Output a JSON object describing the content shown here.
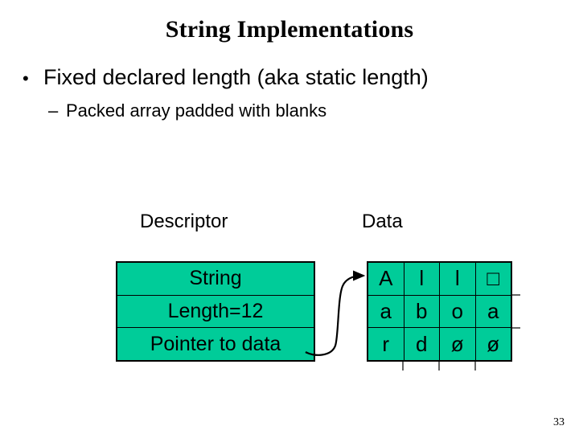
{
  "slide": {
    "title": "String Implementations",
    "page_number": "33",
    "background_color": "#ffffff",
    "accent_color": "#00CC99",
    "line_color": "#000000"
  },
  "bullets": [
    {
      "marker": "•",
      "text": "Fixed declared length (aka static length)",
      "level": 1
    },
    {
      "marker": "–",
      "text": "Packed array padded with blanks",
      "level": 2
    }
  ],
  "diagram": {
    "headings": {
      "descriptor": "Descriptor",
      "data": "Data"
    },
    "descriptor": {
      "rows": [
        "String",
        "Length=12",
        "Pointer to data"
      ]
    },
    "data_grid": {
      "columns": 4,
      "rows": 3,
      "cells": [
        [
          "A",
          "l",
          "l",
          "□"
        ],
        [
          "a",
          "b",
          "o",
          "a"
        ],
        [
          "r",
          "d",
          "ø",
          "ø"
        ]
      ]
    },
    "pointer_arrow": {
      "from": "Pointer to data",
      "to": "data-cell-0-0"
    }
  }
}
